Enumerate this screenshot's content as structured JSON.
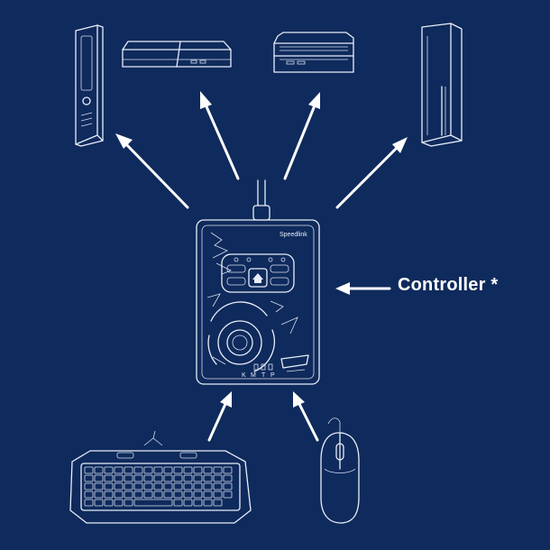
{
  "diagram": {
    "label": "Controller *",
    "controller_brand": "Speedlink",
    "controller_logo": "SPEED-LINK",
    "mode_letters": [
      "K",
      "M",
      "T",
      "P"
    ],
    "colors": {
      "background": "#0f2a5c",
      "line": "#e8eef8",
      "arrow": "#ffffff"
    }
  }
}
